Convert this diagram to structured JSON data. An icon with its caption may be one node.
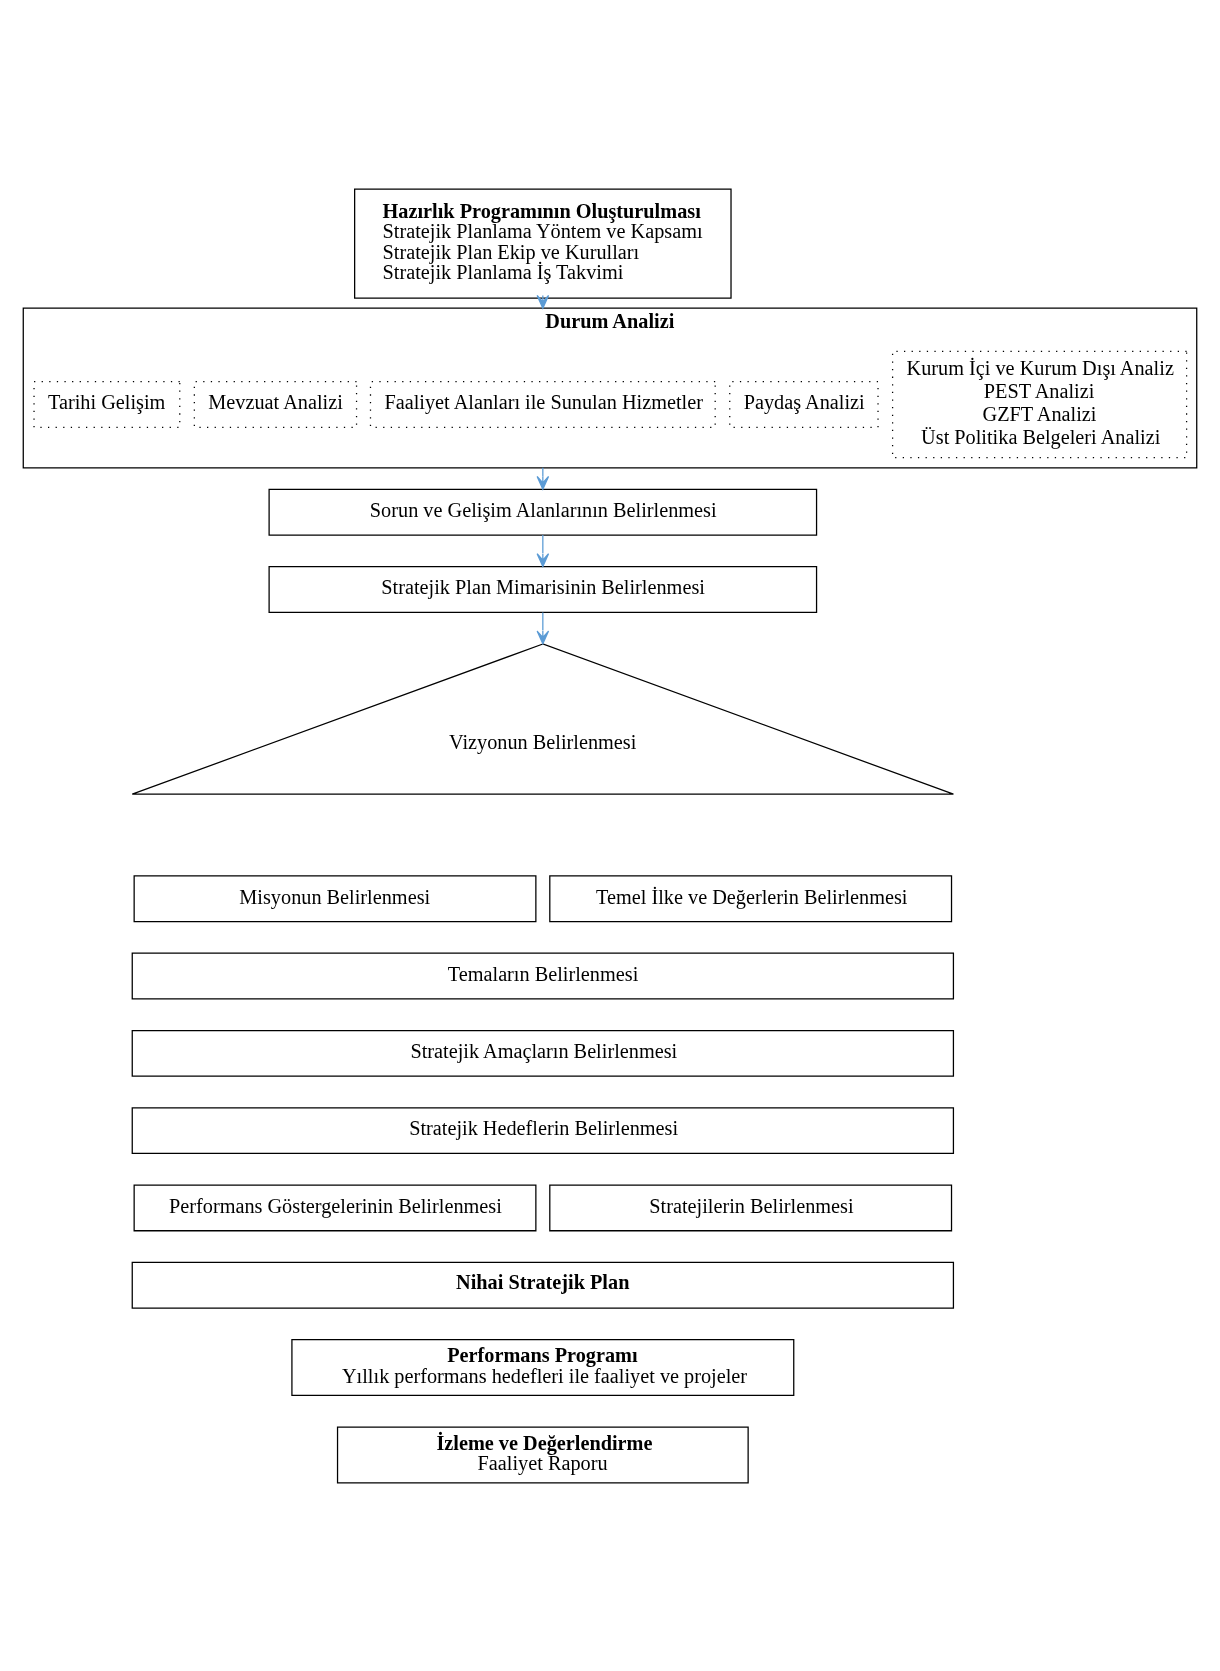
{
  "diagram": {
    "nodes": [
      {
        "text": [
          "Hazırlık Programının Oluşturulması",
          "Stratejik Planlama Yöntem ve Kapsamı",
          "Stratejik Plan Ekip ve Kurulları",
          "Stratejik Planlama İş Takvimi"
        ]
      },
      {
        "text": [
          "Durum Analizi"
        ]
      },
      {
        "text": [
          "Tarihi Gelişim"
        ],
        "in": 1
      },
      {
        "text": [
          "Mevzuat Analizi"
        ],
        "in": 1
      },
      {
        "text": [
          "Faaliyet Alanları ile Sunulan Hizmetler"
        ],
        "in": 1
      },
      {
        "text": [
          "Paydaş Analizi"
        ],
        "in": 1
      },
      {
        "text": [
          "Kurum İçi ve Kurum Dışı Analiz",
          "PEST Analizi",
          "GZFT Analizi",
          "Üst Politika Belgeleri Analizi"
        ],
        "in": 1
      },
      {
        "text": [
          "Sorun ve Gelişim Alanlarının Belirlenmesi"
        ]
      },
      {
        "text": [
          "Stratejik Plan Mimarisinin Belirlenmesi"
        ]
      },
      {
        "text": [
          "Vizyonun Belirlenmesi"
        ]
      },
      {
        "text": [
          "Misyonun Belirlenmesi"
        ]
      },
      {
        "text": [
          "Temel İlke ve Değerlerin Belirlenmesi"
        ]
      },
      {
        "text": [
          "Temaların Belirlenmesi"
        ]
      },
      {
        "text": [
          "Stratejik Amaçların Belirlenmesi"
        ]
      },
      {
        "text": [
          "Stratejik Hedeflerin Belirlenmesi"
        ]
      },
      {
        "text": [
          "Performans Göstergelerinin Belirlenmesi"
        ]
      },
      {
        "text": [
          "Stratejilerin Belirlenmesi"
        ]
      },
      {
        "text": [
          "Nihai Stratejik Plan"
        ]
      },
      {
        "text": [
          "Performans Programı",
          "Yıllık performans hedefleri ile faaliyet ve projeler"
        ]
      },
      {
        "text": [
          "İzleme ve Değerlendirme",
          "Faaliyet Raporu"
        ]
      }
    ],
    "edges": [
      {
        "from": 0,
        "to": 1,
        "arrow": "to"
      },
      {
        "from": 1,
        "to": 7,
        "arrow": "to"
      },
      {
        "from": 7,
        "to": 8,
        "arrow": "to"
      },
      {
        "from": 8,
        "to": 9,
        "arrow": "to"
      }
    ]
  }
}
